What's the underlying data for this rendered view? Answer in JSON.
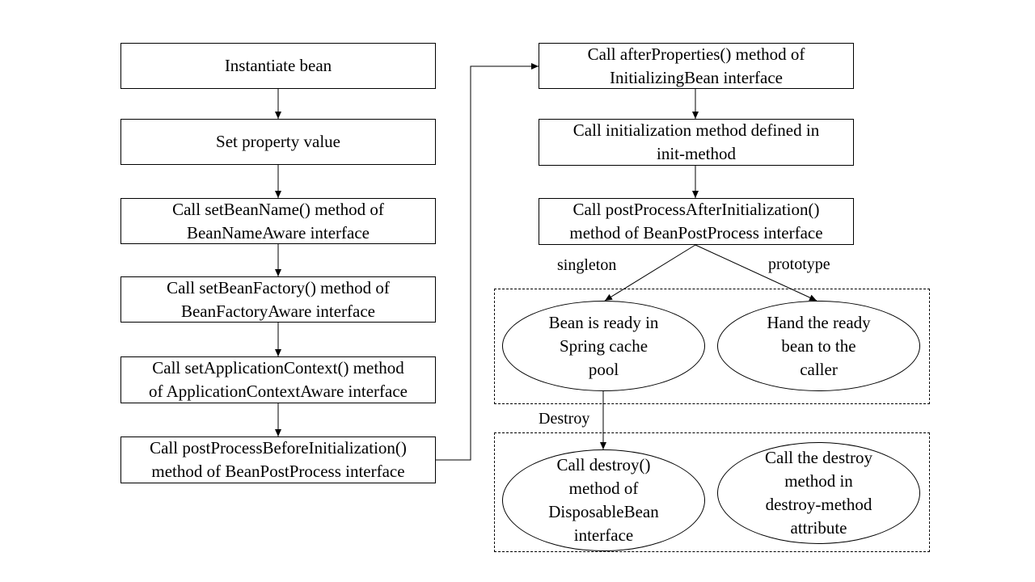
{
  "left_column": [
    {
      "id": "instantiate",
      "lines": [
        "Instantiate bean"
      ]
    },
    {
      "id": "set-property",
      "lines": [
        "Set property value"
      ]
    },
    {
      "id": "set-bean-name",
      "lines": [
        "Call setBeanName() method of",
        "BeanNameAware interface"
      ]
    },
    {
      "id": "set-bean-factory",
      "lines": [
        "Call setBeanFactory() method of",
        "BeanFactoryAware interface"
      ]
    },
    {
      "id": "set-app-context",
      "lines": [
        "Call setApplicationContext() method",
        "of ApplicationContextAware interface"
      ]
    },
    {
      "id": "post-before-init",
      "lines": [
        "Call postProcessBeforeInitialization()",
        "method of BeanPostProcess interface"
      ]
    }
  ],
  "right_column": [
    {
      "id": "after-properties",
      "lines": [
        "Call afterProperties() method of",
        "InitializingBean interface"
      ]
    },
    {
      "id": "init-method",
      "lines": [
        "Call initialization method defined in",
        "init-method"
      ]
    },
    {
      "id": "post-after-init",
      "lines": [
        "Call postProcessAfterInitialization()",
        "method of BeanPostProcess interface"
      ]
    }
  ],
  "scope_labels": {
    "singleton": "singleton",
    "prototype": "prototype"
  },
  "scope_outcomes": {
    "singleton": [
      "Bean is ready in",
      "Spring cache",
      "pool"
    ],
    "prototype": [
      "Hand the ready",
      "bean to the",
      "caller"
    ]
  },
  "destroy_label": "Destroy",
  "destroy_steps": {
    "disposable": [
      "Call destroy()",
      "method of",
      "DisposableBean",
      "interface"
    ],
    "destroy_method": [
      "Call the destroy",
      "method in",
      "destroy-method",
      "attribute"
    ]
  }
}
